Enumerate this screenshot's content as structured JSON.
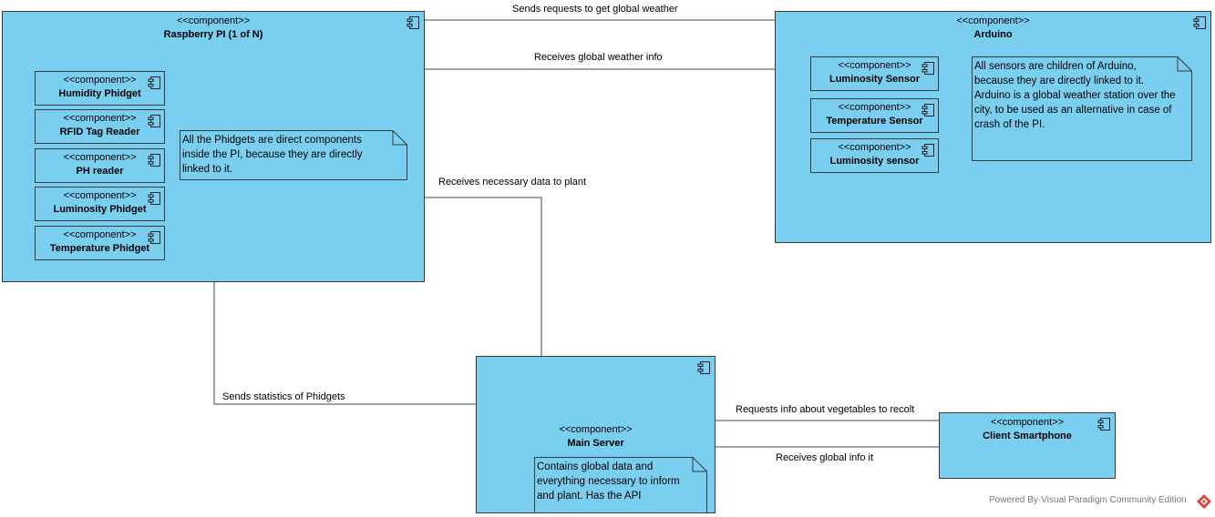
{
  "stereotype": "<<component>>",
  "components": {
    "raspberry": {
      "name": "Raspberry PI (1 of N)"
    },
    "arduino": {
      "name": "Arduino"
    },
    "main_server": {
      "name": "Main Server"
    },
    "client": {
      "name": "Client Smartphone"
    }
  },
  "pi_children": [
    {
      "name": "Humidity Phidget"
    },
    {
      "name": "RFID Tag Reader"
    },
    {
      "name": "PH reader"
    },
    {
      "name": "Luminosity Phidget"
    },
    {
      "name": "Temperature Phidget"
    }
  ],
  "arduino_children": [
    {
      "name": "Luminosity Sensor"
    },
    {
      "name": "Temperature Sensor"
    },
    {
      "name": "Luminosity sensor"
    }
  ],
  "notes": {
    "pi": "All the Phidgets are direct components inside the PI, because they are directly linked to it.",
    "arduino": "All sensors are children of Arduino, because they are directly linked to it. Arduino is a global weather station over the city, to be used as an alternative in case of crash of the PI.",
    "server": "Contains global data and everything necessary to inform and plant. Has the API"
  },
  "connections": {
    "requests_weather": "Sends requests to get global weather",
    "receives_weather": "Receives global weather info",
    "receives_plant_data": "Receives necessary data to plant",
    "sends_statistics": "Sends statistics of Phidgets",
    "requests_vegetables": "Requests info about vegetables to recolt",
    "receives_global_info": "Receives global info it"
  },
  "footer": "Powered By·Visual Paradigm Community Edition",
  "colors": {
    "component_fill": "#7acff0",
    "note_fill": "#7acff0",
    "border": "#3a3a3a"
  }
}
